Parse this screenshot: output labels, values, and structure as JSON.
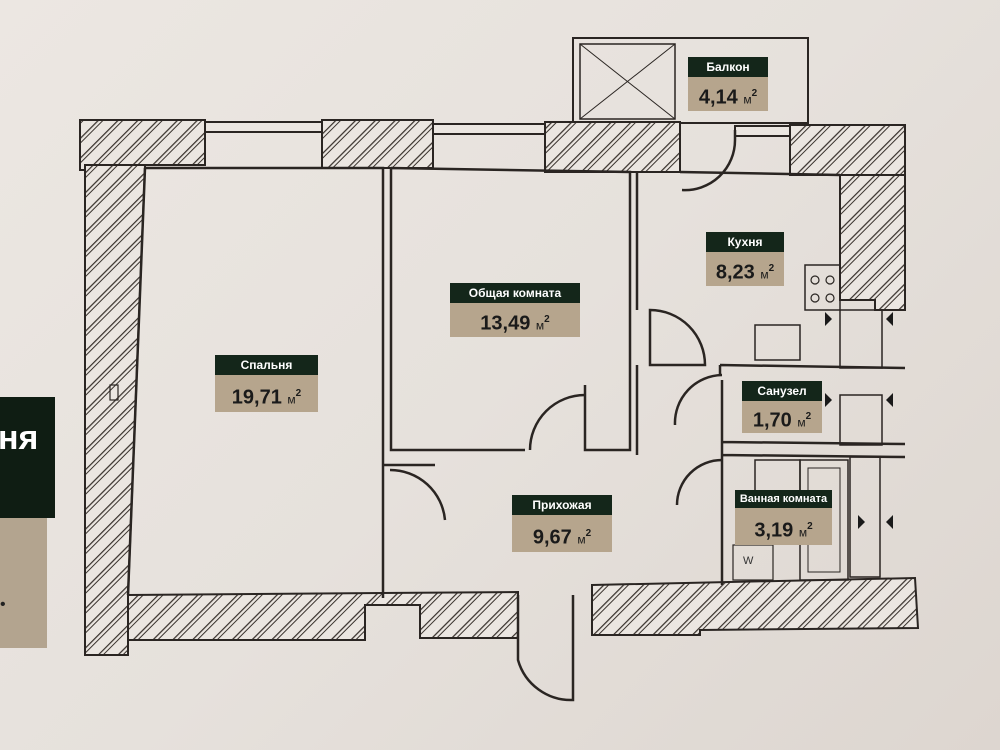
{
  "side_panel": {
    "title_fragment": "ня",
    "tan_mark": "•"
  },
  "unit": "м",
  "unit_sup": "2",
  "rooms": [
    {
      "name": "Балкон",
      "area": "4,14"
    },
    {
      "name": "Кухня",
      "area": "8,23"
    },
    {
      "name": "Общая комната",
      "area": "13,49"
    },
    {
      "name": "Спальня",
      "area": "19,71"
    },
    {
      "name": "Санузел",
      "area": "1,70"
    },
    {
      "name": "Прихожая",
      "area": "9,67"
    },
    {
      "name": "Ванная комната",
      "area": "3,19"
    }
  ],
  "washer_mark": "W",
  "colors": {
    "label_header": "#14261a",
    "label_value": "#b6a58d",
    "wall": "#2a2522",
    "paper": "#e9e4df"
  }
}
